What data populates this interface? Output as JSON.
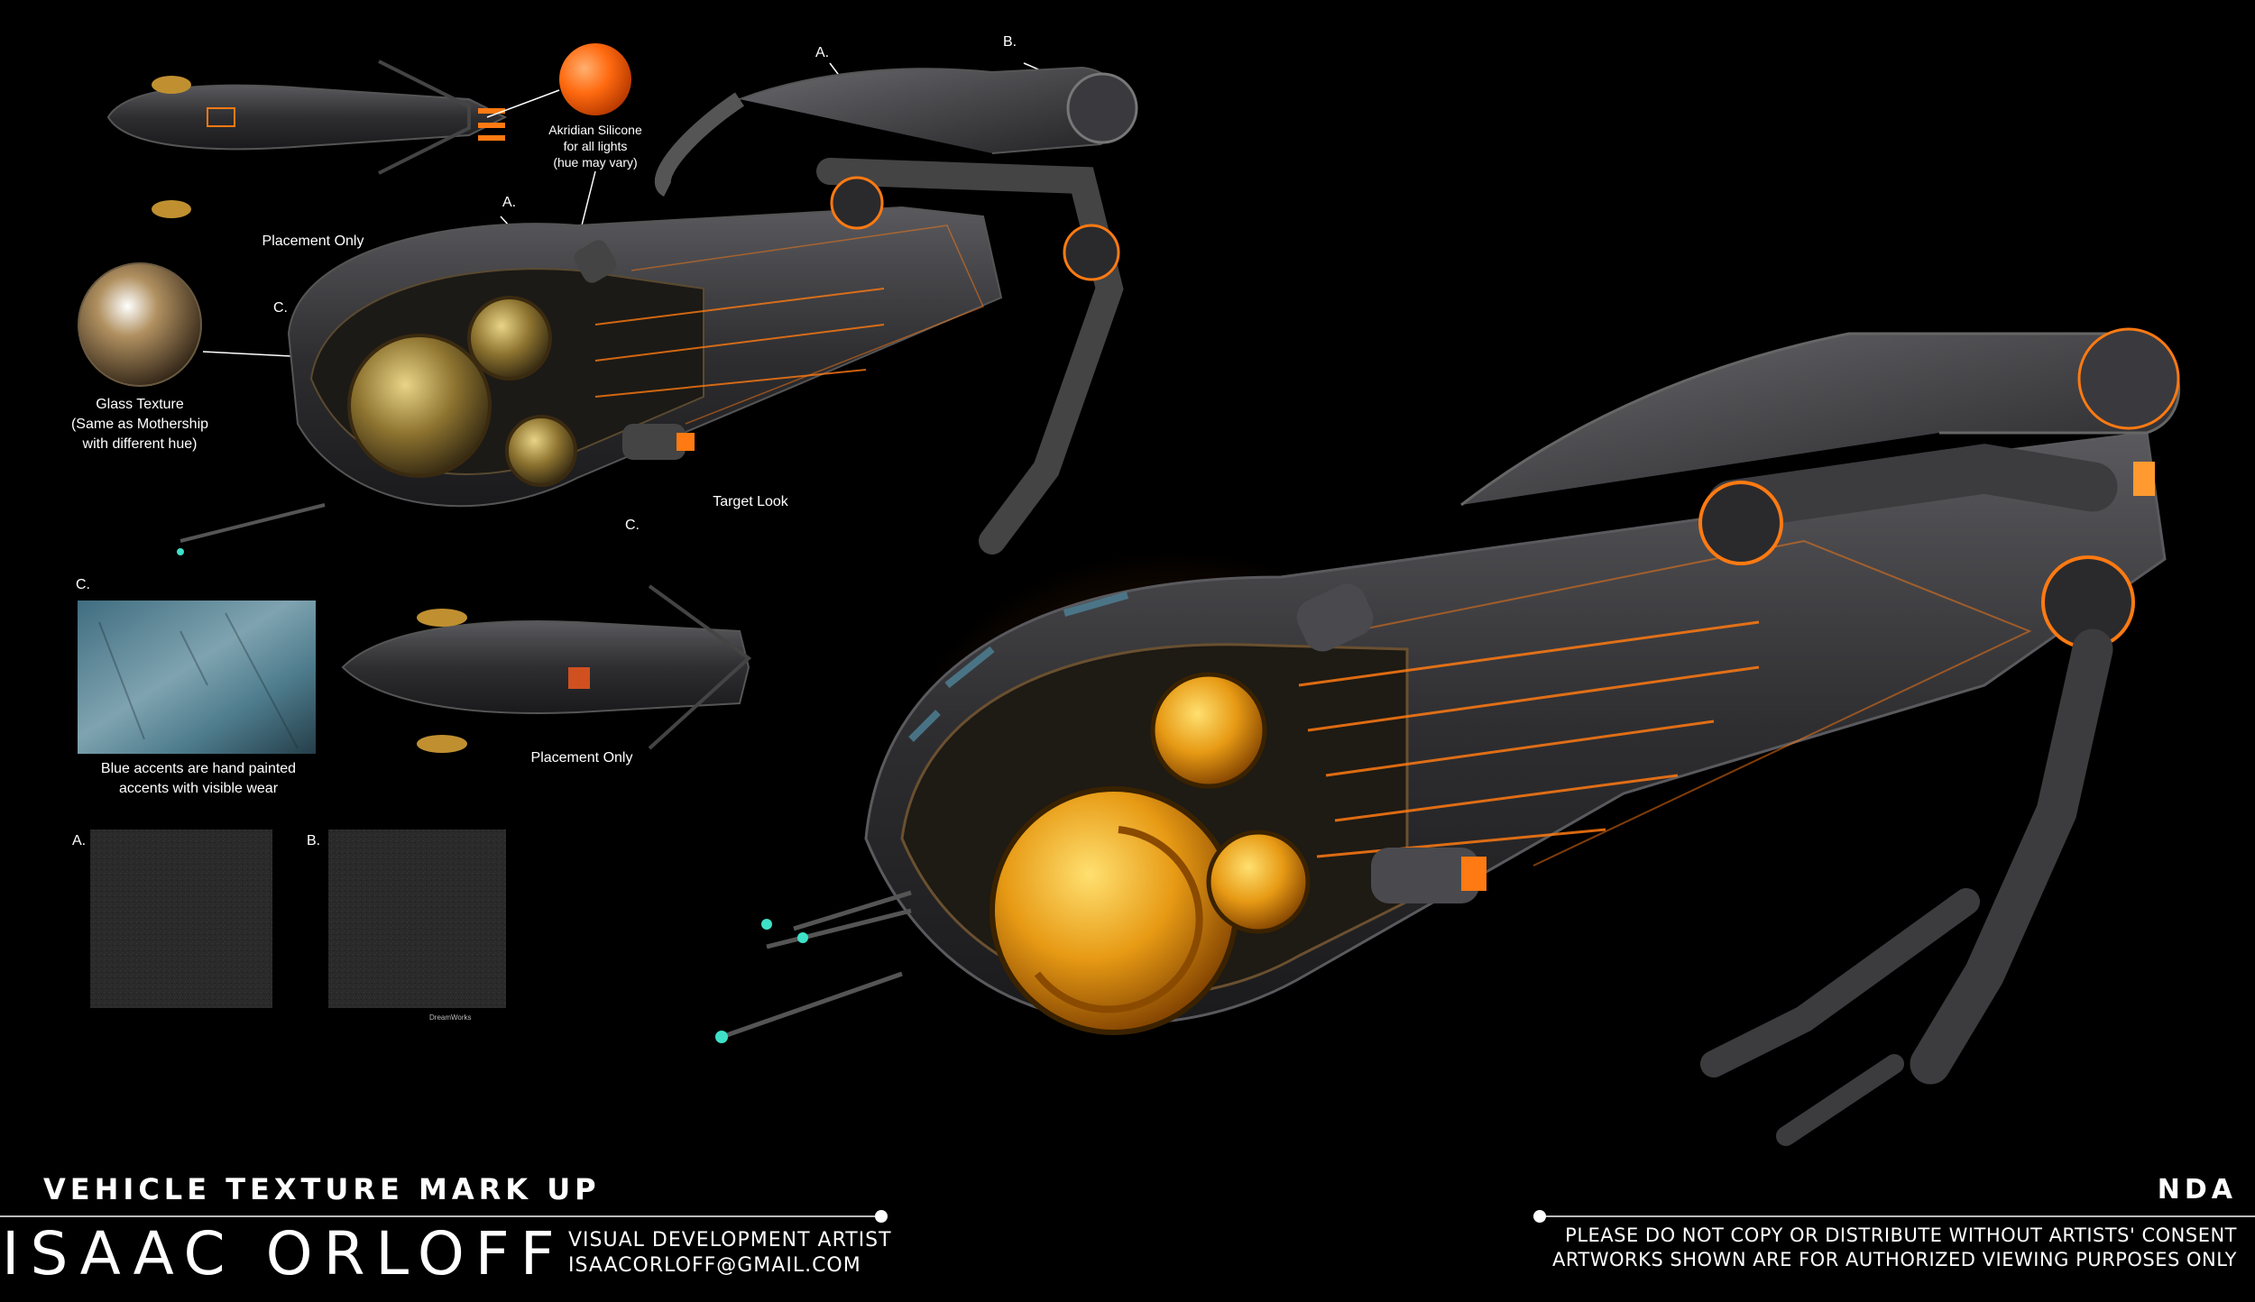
{
  "annotations": {
    "a_top": "A.",
    "b_top": "B.",
    "a_mid": "A.",
    "c_left": "C.",
    "c_right": "C.",
    "c_swatch": "C.",
    "a_swatch": "A.",
    "b_swatch": "B."
  },
  "notes": {
    "placement_top": "Placement Only",
    "placement_bottom": "Placement Only",
    "silicone_line1": "Akridian Silicone",
    "silicone_line2": "for all lights",
    "silicone_line3": "(hue may vary)",
    "glass_line1": "Glass Texture",
    "glass_line2": "(Same as Mothership",
    "glass_line3": "with different hue)",
    "target_look": "Target Look",
    "blue_line1": "Blue accents are hand painted",
    "blue_line2": "accents with visible wear",
    "watermark": "DreamWorks"
  },
  "footer": {
    "title": "VEHICLE TEXTURE MARK UP",
    "artist_name": "ISAAC ORLOFF",
    "role": "VISUAL DEVELOPMENT ARTIST",
    "email": "ISAACORLOFF@GMAIL.COM",
    "nda_title": "NDA",
    "nda_line1": "PLEASE DO NOT COPY OR DISTRIBUTE WITHOUT ARTISTS' CONSENT",
    "nda_line2": "ARTWORKS SHOWN ARE FOR AUTHORIZED VIEWING PURPOSES ONLY"
  },
  "colors": {
    "background": "#000000",
    "accent_orange": "#ff7a12",
    "glass_gold": "#e6a21a",
    "metal": "#3a3a3c",
    "blue_accent": "#4d7f93",
    "teal_light": "#3fe0c8"
  }
}
